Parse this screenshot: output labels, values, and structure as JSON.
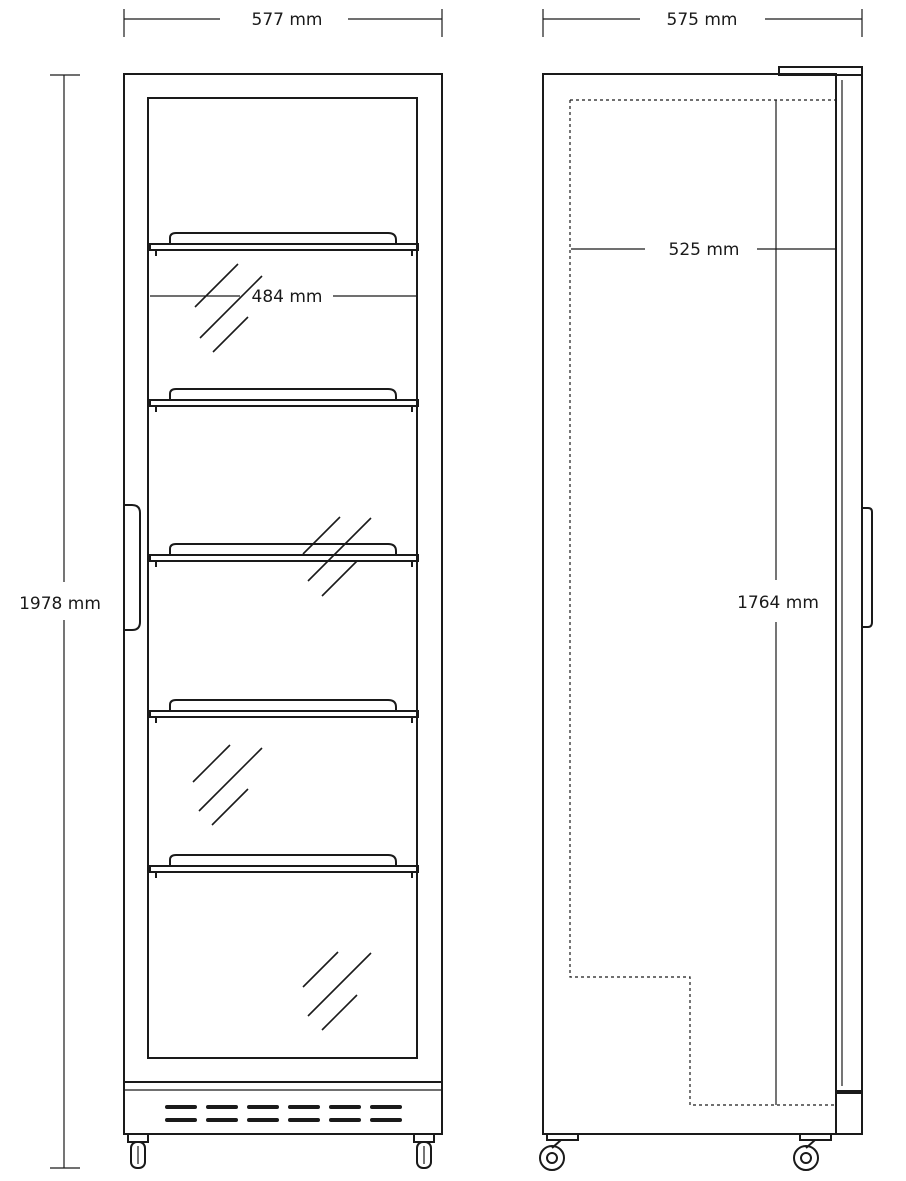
{
  "front_view": {
    "width_label": "577 mm",
    "height_label": "1978 mm",
    "shelf_width_label": "484 mm",
    "shelf_count": 5
  },
  "side_view": {
    "depth_label": "575 mm",
    "inner_depth_label": "525 mm",
    "inner_height_label": "1764 mm"
  },
  "icons": [
    "glass-glare-icon",
    "caster-wheel-icon",
    "door-handle-icon",
    "vent-grille-icon"
  ]
}
